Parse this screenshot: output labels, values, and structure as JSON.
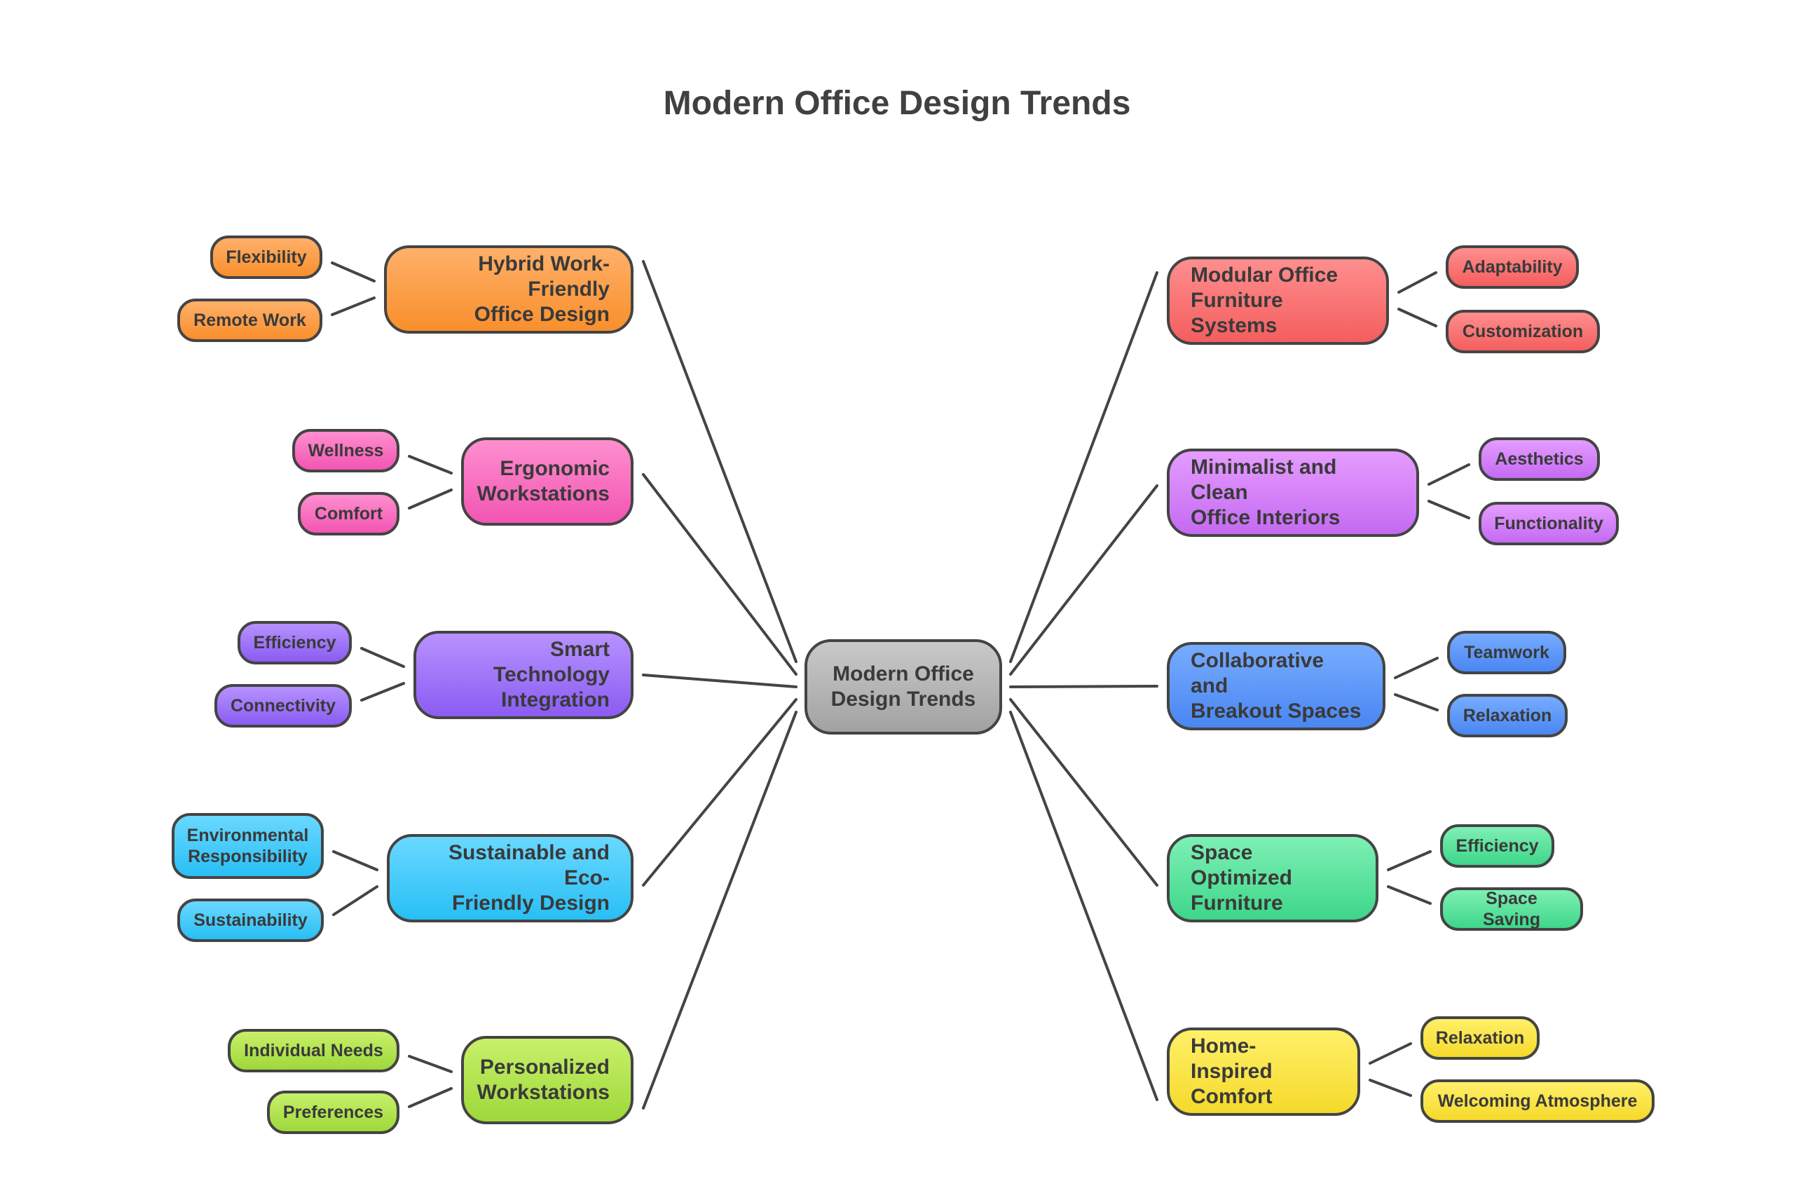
{
  "title": "Modern Office Design Trends",
  "center": {
    "label": "Modern Office\nDesign Trends"
  },
  "branches": [
    {
      "label": "Hybrid Work-Friendly\nOffice Design",
      "color": "orange",
      "children": [
        "Flexibility",
        "Remote Work"
      ]
    },
    {
      "label": "Ergonomic\nWorkstations",
      "color": "pink",
      "children": [
        "Wellness",
        "Comfort"
      ]
    },
    {
      "label": "Smart Technology\nIntegration",
      "color": "violet",
      "children": [
        "Efficiency",
        "Connectivity"
      ]
    },
    {
      "label": "Sustainable and Eco-\nFriendly Design",
      "color": "cyan",
      "children": [
        "Environmental\nResponsibility",
        "Sustainability"
      ]
    },
    {
      "label": "Personalized\nWorkstations",
      "color": "lime",
      "children": [
        "Individual Needs",
        "Preferences"
      ]
    },
    {
      "label": "Modular Office\nFurniture Systems",
      "color": "red",
      "children": [
        "Adaptability",
        "Customization"
      ]
    },
    {
      "label": "Minimalist and Clean\nOffice Interiors",
      "color": "purple",
      "children": [
        "Aesthetics",
        "Functionality"
      ]
    },
    {
      "label": "Collaborative and\nBreakout Spaces",
      "color": "blue",
      "children": [
        "Teamwork",
        "Relaxation"
      ]
    },
    {
      "label": "Space Optimized\nFurniture",
      "color": "green",
      "children": [
        "Efficiency",
        "Space Saving"
      ]
    },
    {
      "label": "Home-Inspired\nComfort",
      "color": "yellow",
      "children": [
        "Relaxation",
        "Welcoming Atmosphere"
      ]
    }
  ],
  "colors": {
    "orange": "#f98f2c",
    "pink": "#f255b2",
    "violet": "#8a5cf2",
    "cyan": "#28bff5",
    "lime": "#9ed83a",
    "red": "#f45e5e",
    "purple": "#c46af2",
    "blue": "#4a86f2",
    "green": "#3ed68a",
    "yellow": "#f5d92a",
    "center": "#a2a2a2",
    "stroke": "#444444"
  }
}
